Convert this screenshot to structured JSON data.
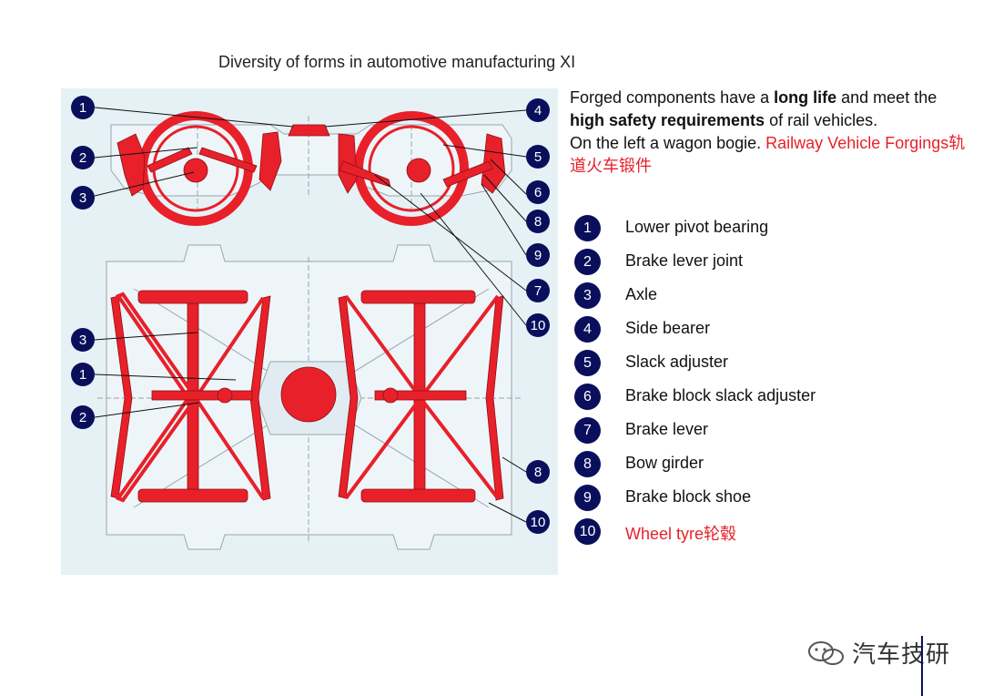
{
  "title": "Diversity of forms in automotive manufacturing XI",
  "intro": {
    "p1": "Forged components have a ",
    "b1": "long life",
    "p2": " and meet the ",
    "b2": "high safety requirements",
    "p3": " of rail vehicles.",
    "p4": "On the left a wagon bogie. ",
    "red": "Railway Vehicle Forgings轨道火车锻件"
  },
  "legend": [
    {
      "num": "1",
      "label": "Lower pivot bearing",
      "color": "#111111"
    },
    {
      "num": "2",
      "label": "Brake lever joint",
      "color": "#111111"
    },
    {
      "num": "3",
      "label": "Axle",
      "color": "#111111"
    },
    {
      "num": "4",
      "label": "Side bearer",
      "color": "#111111"
    },
    {
      "num": "5",
      "label": "Slack adjuster",
      "color": "#111111"
    },
    {
      "num": "6",
      "label": "Brake block slack adjuster",
      "color": "#111111"
    },
    {
      "num": "7",
      "label": "Brake lever",
      "color": "#111111"
    },
    {
      "num": "8",
      "label": "Bow girder",
      "color": "#111111"
    },
    {
      "num": "9",
      "label": "Brake block shoe",
      "color": "#111111"
    },
    {
      "num": "10",
      "label": "Wheel tyre轮毂",
      "color": "#e8202a"
    }
  ],
  "callouts_top_left": [
    "1",
    "2",
    "3"
  ],
  "callouts_top_right": [
    "4",
    "5",
    "6",
    "8",
    "9",
    "7",
    "10"
  ],
  "callouts_bottom_left": [
    "3",
    "1",
    "2"
  ],
  "callouts_bottom_right": [
    "8",
    "10"
  ],
  "watermark": "汽车技研",
  "colors": {
    "accent_red": "#e8202a",
    "badge_navy": "#0a0f5c",
    "diagram_bg": "#e6f1f6"
  }
}
